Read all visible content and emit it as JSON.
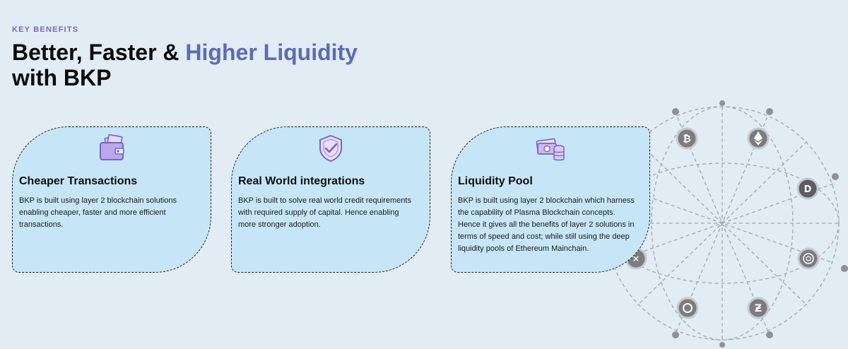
{
  "section": {
    "eyebrow": "KEY BENEFITS",
    "headline_part1": "Better, Faster & ",
    "headline_accent": "Higher Liquidity",
    "headline_part2": "with BKP"
  },
  "cards": [
    {
      "icon": "wallet-icon",
      "title": "Cheaper Transactions",
      "body": "BKP is built using layer 2 blockchain solutions enabling cheaper, faster and more efficient transactions."
    },
    {
      "icon": "shield-check-icon",
      "title": "Real World integrations",
      "body": "BKP is built to solve real world credit requirements with required supply of capital. Hence enabling more stronger adoption."
    },
    {
      "icon": "cash-coins-icon",
      "title": "Liquidity Pool",
      "body": "BKP is built using layer 2 blockchain which harness the capability of Plasma Blockchain concepts. Hence it gives all the benefits of layer 2 solutions in terms of speed and cost; while still using the deep liquidity pools of Ethereum Mainchain."
    }
  ],
  "colors": {
    "background": "#e2ecf5",
    "accent": "#5c6bb5",
    "eyebrow": "#7a68b8",
    "card_bg": "#c6e6f8",
    "icon_purple": "#7b62c4"
  },
  "globe_icons": [
    "bitcoin-icon",
    "ethereum-icon",
    "dash-icon",
    "quant-icon",
    "zcash-icon",
    "algorand-icon",
    "stellar-icon"
  ]
}
